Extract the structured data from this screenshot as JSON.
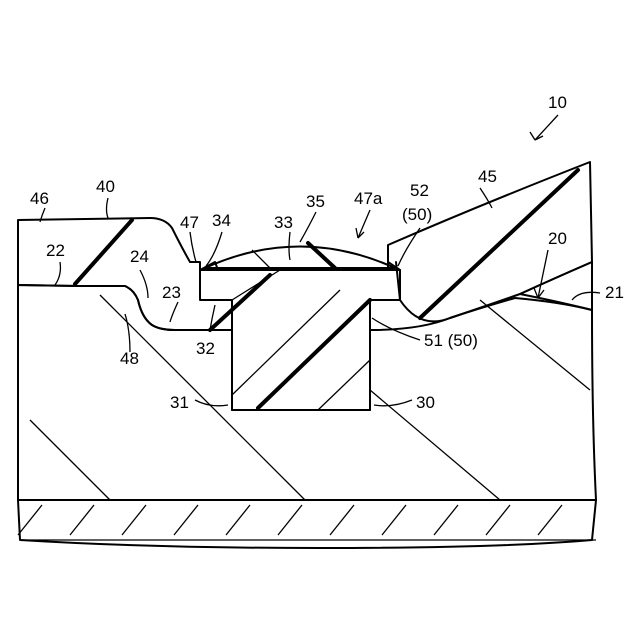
{
  "labels": {
    "l10": "10",
    "l45": "45",
    "l52": "52",
    "l50_top": "(50)",
    "l47a": "47a",
    "l46": "46",
    "l40": "40",
    "l35": "35",
    "l33": "33",
    "l47": "47",
    "l34": "34",
    "l22": "22",
    "l24": "24",
    "l20": "20",
    "l21": "21",
    "l23": "23",
    "l32": "32",
    "l48": "48",
    "l51": "51 (50)",
    "l31": "31",
    "l30": "30"
  }
}
